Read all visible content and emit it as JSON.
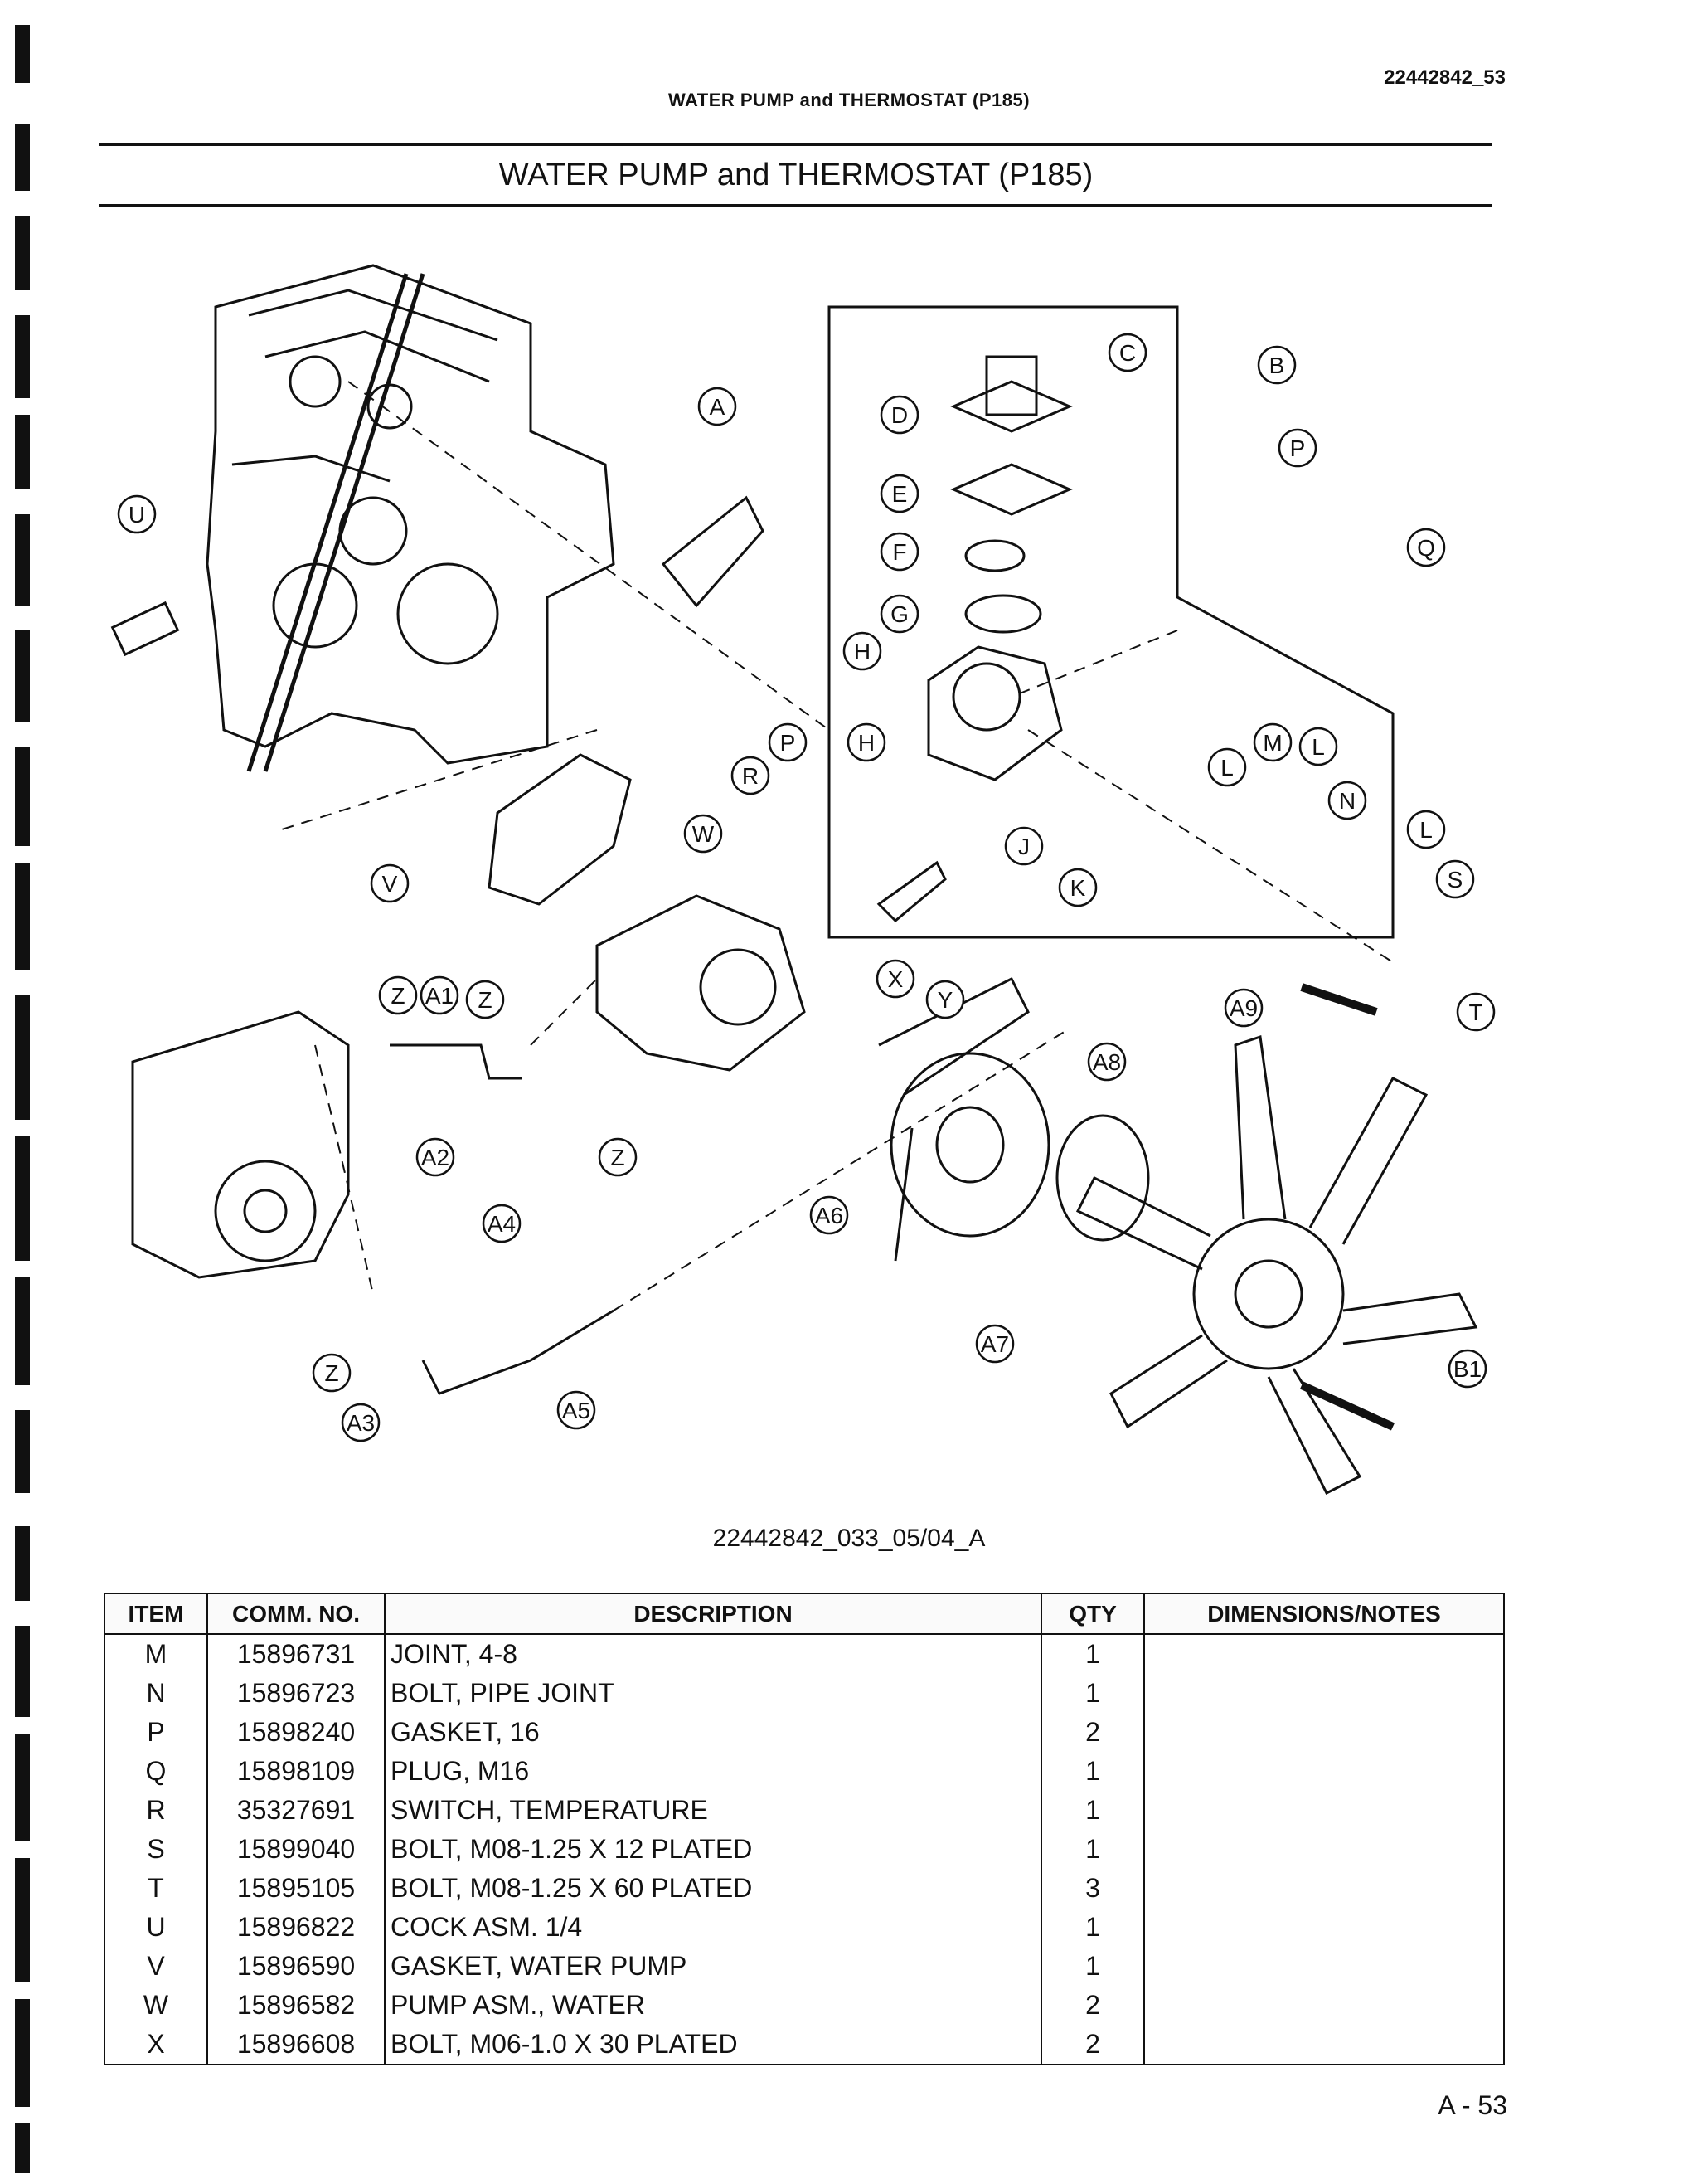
{
  "header": {
    "doc_id": "22442842_53",
    "section_title": "WATER PUMP and THERMOSTAT (P185)",
    "main_title": "WATER PUMP and THERMOSTAT (P185)"
  },
  "diagram": {
    "drawing_code": "22442842_033_05/04_A",
    "callouts": [
      "A",
      "B",
      "C",
      "D",
      "E",
      "F",
      "G",
      "H",
      "H",
      "J",
      "K",
      "L",
      "L",
      "L",
      "M",
      "N",
      "P",
      "P",
      "Q",
      "R",
      "S",
      "T",
      "U",
      "V",
      "W",
      "X",
      "Y",
      "Z",
      "Z",
      "Z",
      "Z",
      "A1",
      "A2",
      "A3",
      "A4",
      "A5",
      "A6",
      "A7",
      "A8",
      "A9",
      "B1"
    ]
  },
  "table": {
    "headers": [
      "ITEM",
      "COMM. NO.",
      "DESCRIPTION",
      "QTY",
      "DIMENSIONS/NOTES"
    ],
    "rows": [
      {
        "item": "M",
        "comm_no": "15896731",
        "description": "JOINT, 4-8",
        "qty": "1",
        "notes": ""
      },
      {
        "item": "N",
        "comm_no": "15896723",
        "description": "BOLT, PIPE JOINT",
        "qty": "1",
        "notes": ""
      },
      {
        "item": "P",
        "comm_no": "15898240",
        "description": "GASKET, 16",
        "qty": "2",
        "notes": ""
      },
      {
        "item": "Q",
        "comm_no": "15898109",
        "description": "PLUG, M16",
        "qty": "1",
        "notes": ""
      },
      {
        "item": "R",
        "comm_no": "35327691",
        "description": "SWITCH, TEMPERATURE",
        "qty": "1",
        "notes": ""
      },
      {
        "item": "S",
        "comm_no": "15899040",
        "description": "BOLT, M08-1.25 X 12 PLATED",
        "qty": "1",
        "notes": ""
      },
      {
        "item": "T",
        "comm_no": "15895105",
        "description": "BOLT, M08-1.25 X 60 PLATED",
        "qty": "3",
        "notes": ""
      },
      {
        "item": "U",
        "comm_no": "15896822",
        "description": "COCK ASM. 1/4",
        "qty": "1",
        "notes": ""
      },
      {
        "item": "V",
        "comm_no": "15896590",
        "description": "GASKET, WATER PUMP",
        "qty": "1",
        "notes": ""
      },
      {
        "item": "W",
        "comm_no": "15896582",
        "description": "PUMP ASM., WATER",
        "qty": "2",
        "notes": ""
      },
      {
        "item": "X",
        "comm_no": "15896608",
        "description": "BOLT, M06-1.0 X 30 PLATED",
        "qty": "2",
        "notes": ""
      }
    ]
  },
  "footer": {
    "page_number": "A - 53"
  }
}
